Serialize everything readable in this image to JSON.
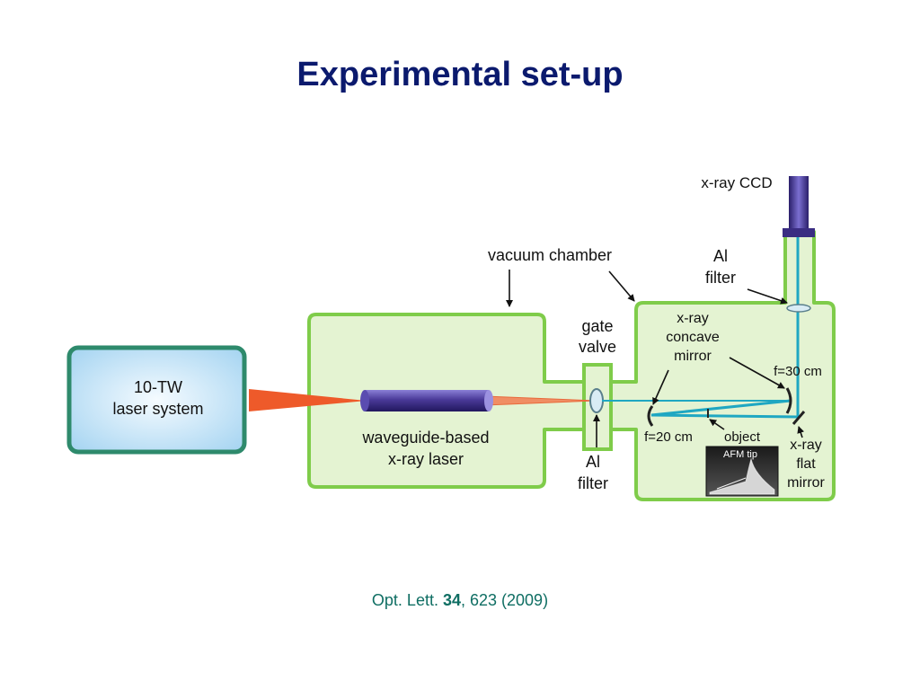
{
  "title": "Experimental set-up",
  "diagram": {
    "laser_system": {
      "line1": "10-TW",
      "line2": "laser system"
    },
    "waveguide_laser": {
      "line1": "waveguide-based",
      "line2": "x-ray laser"
    },
    "vacuum_chamber_label": "vacuum chamber",
    "gate_valve": {
      "line1": "gate",
      "line2": "valve"
    },
    "al_filter_bottom": {
      "line1": "Al",
      "line2": "filter"
    },
    "al_filter_top": {
      "line1": "Al",
      "line2": "filter"
    },
    "xray_ccd_label": "x-ray CCD",
    "concave_mirror": {
      "line1": "x-ray",
      "line2": "concave",
      "line3": "mirror"
    },
    "focal_30": "f=30 cm",
    "focal_20": "f=20 cm",
    "object_label": "object",
    "afm_tip_label": "AFM tip",
    "flat_mirror": {
      "line1": "x-ray",
      "line2": "flat",
      "line3": "mirror"
    },
    "colors": {
      "chamber_fill": "#e4f3d2",
      "chamber_stroke": "#7fcc4a",
      "laser_box_fill": "#cde7f8",
      "laser_box_stroke": "#2e8a6c",
      "beam_cyan": "#1fa7c2",
      "laser_beam": "#ee5a2a",
      "tube": "#4a3a99",
      "title": "#0b1a6e",
      "citation": "#0f6e63"
    }
  },
  "citation": {
    "journal": "Opt. Lett. ",
    "volume": "34",
    "rest": ", 623 (2009)"
  }
}
